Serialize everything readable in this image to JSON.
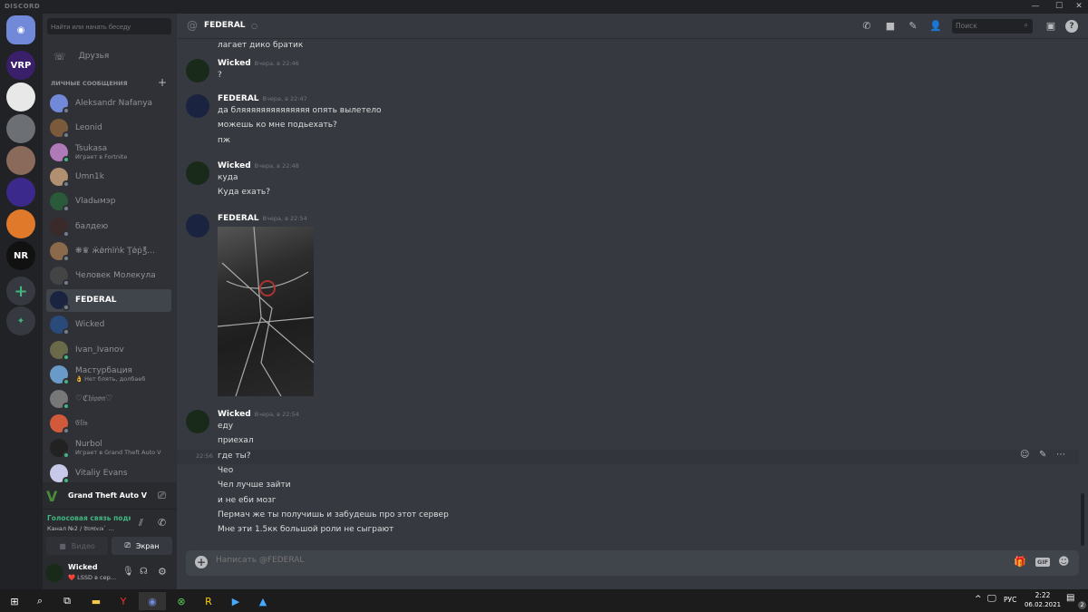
{
  "app": {
    "brand": "DISCORD"
  },
  "servers": [
    {
      "label": "VRP",
      "color": "#3a1f6a"
    },
    {
      "label": "",
      "color": "#e8e8e8"
    },
    {
      "label": "",
      "color": "#6c6f74"
    },
    {
      "label": "",
      "color": "#8a6a5a"
    },
    {
      "label": "",
      "color": "#3b2a8c"
    },
    {
      "label": "",
      "color": "#e07a2a"
    },
    {
      "label": "NR",
      "color": "#111111"
    }
  ],
  "sidebar": {
    "search_placeholder": "Найти или начать беседу",
    "friends": "Друзья",
    "dm_header": "ЛИЧНЫЕ СООБЩЕНИЯ",
    "dms": [
      {
        "name": "Aleksandr Nafanya",
        "online": false,
        "color": "#7289da"
      },
      {
        "name": "Leonid",
        "online": false,
        "color": "#7a5a3a"
      },
      {
        "name": "Tsukasa",
        "sub": "Играет в Fortnite",
        "online": true,
        "color": "#b07ab8"
      },
      {
        "name": "Umn1k",
        "online": false,
        "color": "#b09070"
      },
      {
        "name": "Vladымэр",
        "online": false,
        "color": "#2a5a3a"
      },
      {
        "name": "балдею",
        "online": false,
        "color": "#3a2a2a"
      },
      {
        "name": "❋♛ ӝǿṁḯṅǩ Ţǿṗ℥…",
        "online": false,
        "color": "#8a6a4a"
      },
      {
        "name": "Человек Молекула",
        "online": false,
        "color": "#444"
      },
      {
        "name": "FEDERAL",
        "online": false,
        "color": "#1a2340",
        "selected": true
      },
      {
        "name": "Wicked",
        "online": false,
        "color": "#2a4a7a"
      },
      {
        "name": "Ivan_Ivanov",
        "online": true,
        "color": "#6a6a4a"
      },
      {
        "name": "Мастурбация",
        "sub": "👌 Нет блять, долбаеб",
        "online": true,
        "color": "#6a9ac8"
      },
      {
        "name": "♡ℭ𝔥𝔦𝔭𝔬𝔫♡",
        "online": true,
        "color": "#777"
      },
      {
        "name": "𝔈𝔩𝔦𝔰",
        "online": false,
        "color": "#d05a3a"
      },
      {
        "name": "Nurbol",
        "sub": "Играет в Grand Theft Auto V",
        "online": true,
        "color": "#222"
      },
      {
        "name": "Vitaliy Evans",
        "online": true,
        "color": "#c8c8e8"
      }
    ],
    "game": "Grand Theft Auto V",
    "voice_status": "Голосовая связь подключена",
    "voice_channel": "Канал №2 / 𝔅𝔯𝔬𝔱𝔥𝔢𝔯𝔰` …",
    "video": "Видео",
    "screen": "Экран",
    "user": {
      "name": "Wicked",
      "status": "❤️ LSSD в сер…"
    }
  },
  "header": {
    "title": "FEDERAL",
    "search_placeholder": "Поиск"
  },
  "messages": {
    "cut_line": "лагает дико братик",
    "groups": [
      {
        "author": "Wicked",
        "time": "Вчера, в 22:46",
        "lines": [
          "?"
        ]
      },
      {
        "author": "FEDERAL",
        "time": "Вчера, в 22:47",
        "lines": [
          "да бляяяяяяяяяяяяяя опять вылетело",
          "можешь ко мне подьехать?",
          "пж"
        ]
      },
      {
        "author": "Wicked",
        "time": "Вчера, в 22:48",
        "lines": [
          "куда",
          "Куда ехать?"
        ]
      },
      {
        "author": "FEDERAL",
        "time": "Вчера, в 22:54",
        "lines": []
      },
      {
        "author": "Wicked",
        "time": "Вчера, в 22:54",
        "lines": [
          "еду",
          "приехал",
          "где ты?",
          "Чео",
          "Чел лучше зайти",
          "и не еби мозг",
          "Пермач же ты получишь и забудешь про этот сервер",
          "Мне эти  1.5кк большой роли не сыграют"
        ],
        "hover_time": "22:56"
      }
    ]
  },
  "composer": {
    "placeholder": "Написать @FEDERAL",
    "gif": "GIF"
  },
  "taskbar": {
    "lang": "РУС",
    "time": "2:22",
    "date": "06.02.2021",
    "notifications": "2"
  }
}
